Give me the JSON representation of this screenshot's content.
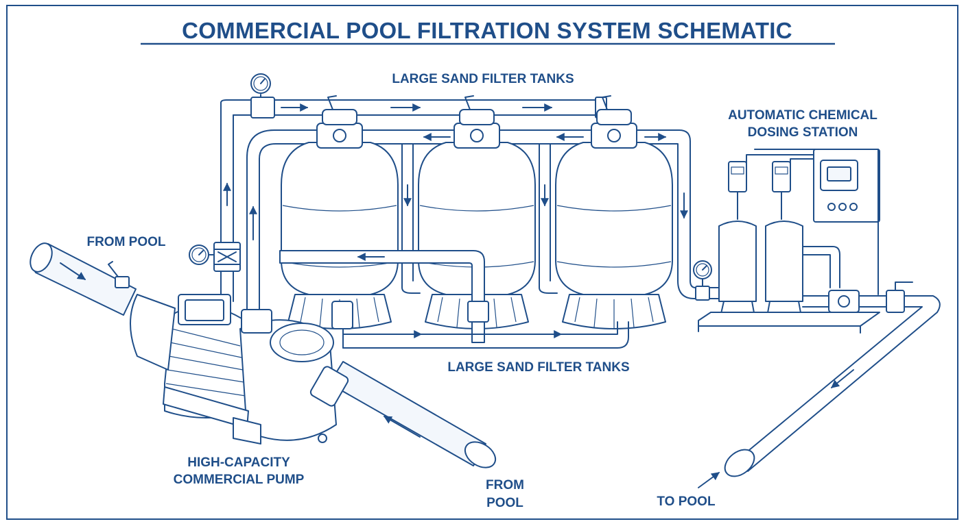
{
  "title": "COMMERCIAL POOL FILTRATION SYSTEM SCHEMATIC",
  "labels": {
    "filters_top": "LARGE SAND FILTER TANKS",
    "filters_bottom": "LARGE SAND FILTER TANKS",
    "dosing_line1": "AUTOMATIC CHEMICAL",
    "dosing_line2": "DOSING STATION",
    "from_pool_left": "FROM POOL",
    "pump_line1": "HIGH-CAPACITY",
    "pump_line2": "COMMERCIAL PUMP",
    "from_pool_bottom_line1": "FROM",
    "from_pool_bottom_line2": "POOL",
    "to_pool": "TO POOL"
  },
  "colors": {
    "ink": "#1f4e89",
    "background": "#ffffff"
  },
  "icons": [
    "pressure-gauge-icon",
    "valve-icon",
    "flow-arrow-icon",
    "control-panel-icon"
  ]
}
